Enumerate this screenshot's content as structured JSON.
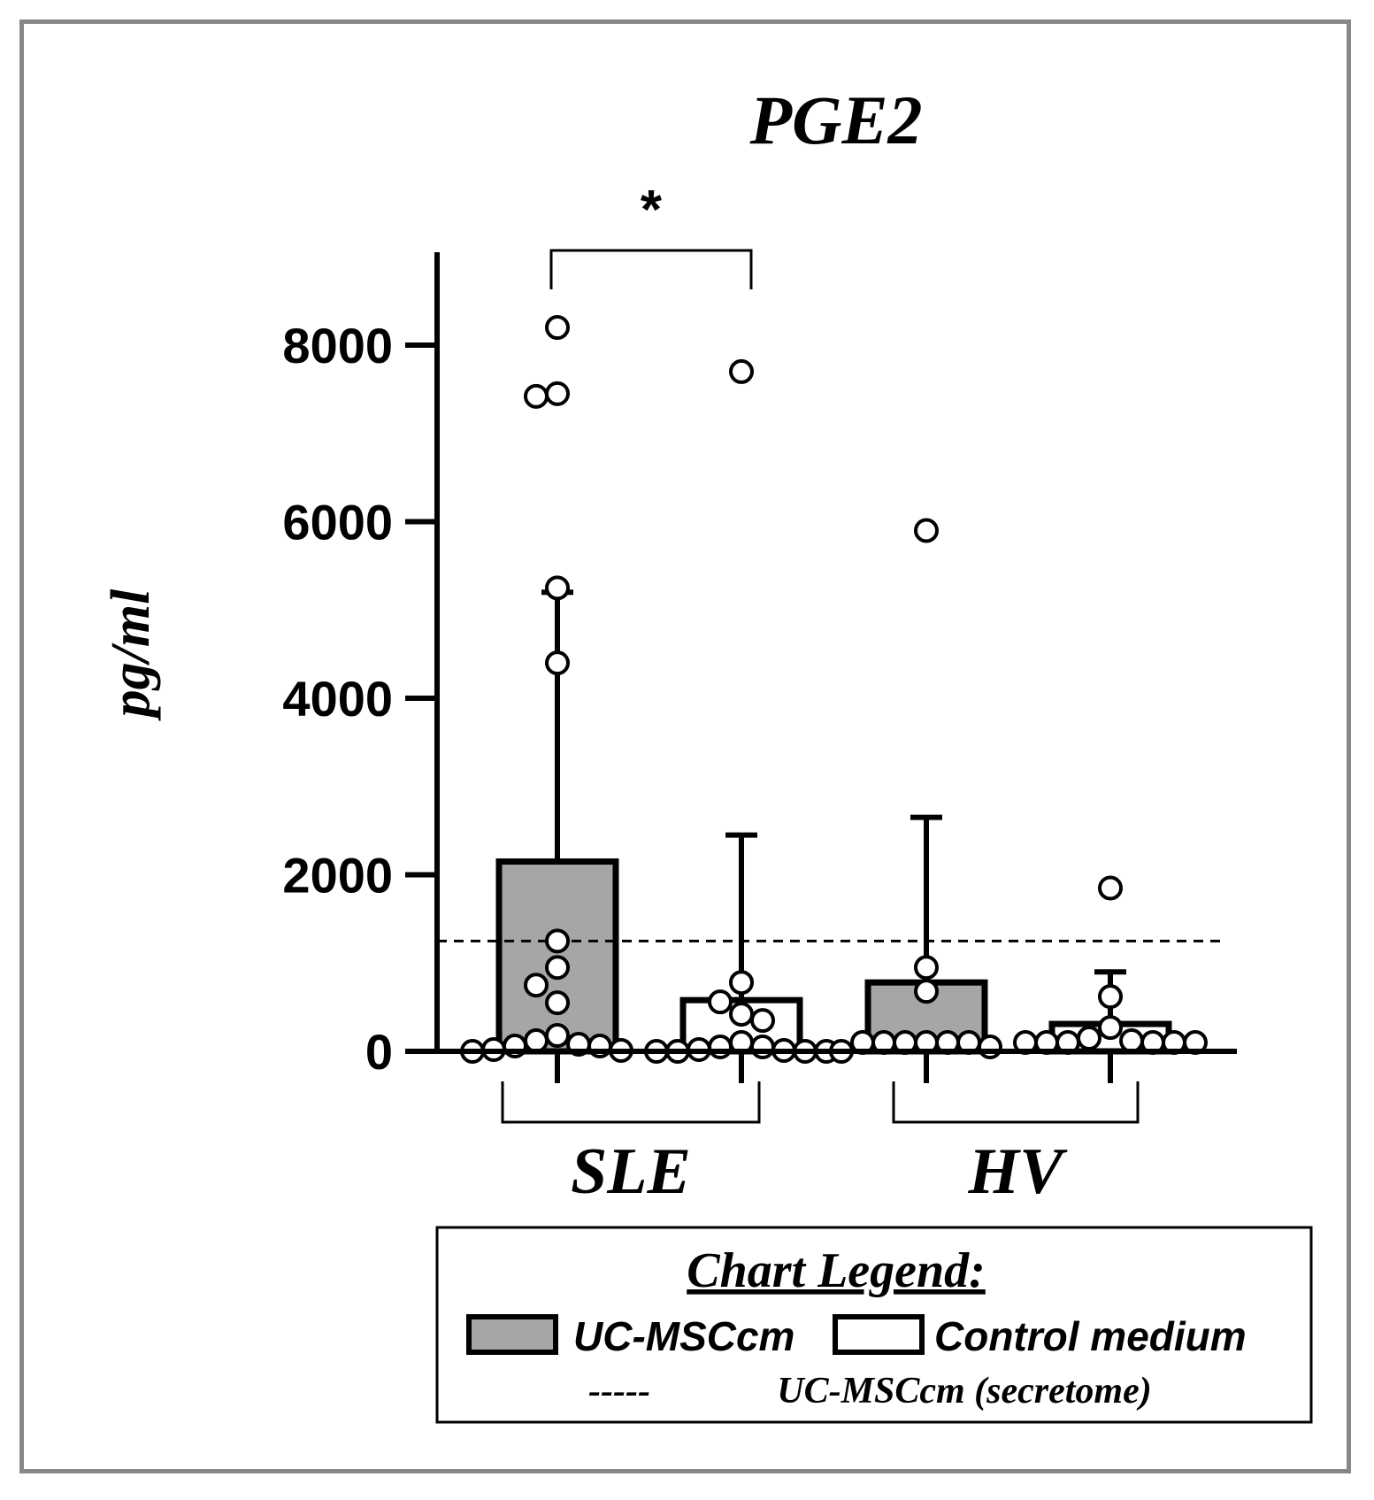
{
  "chart_data": {
    "type": "bar",
    "title": "PGE2",
    "ylabel": "pg/ml",
    "xlabel": "",
    "ylim": [
      0,
      9000
    ],
    "yticks": [
      0,
      2000,
      4000,
      6000,
      8000
    ],
    "grid": false,
    "groups": [
      "SLE",
      "HV"
    ],
    "series": [
      {
        "name": "UC-MSCcm",
        "color": "#a6a6a8"
      },
      {
        "name": "Control medium",
        "color": "#ffffff"
      }
    ],
    "bars": [
      {
        "group": "SLE",
        "series": "UC-MSCcm",
        "mean": 2150,
        "err_upper": 5200,
        "err_lower": 0,
        "points": [
          8200,
          7450,
          7420,
          5250,
          4400,
          1250,
          950,
          750,
          550,
          180,
          120,
          80,
          60,
          60,
          20,
          10,
          0
        ]
      },
      {
        "group": "SLE",
        "series": "Control medium",
        "mean": 580,
        "err_upper": 2450,
        "err_lower": 0,
        "points": [
          7700,
          780,
          560,
          420,
          350,
          100,
          50,
          50,
          20,
          10,
          0,
          0,
          0,
          0
        ]
      },
      {
        "group": "HV",
        "series": "UC-MSCcm",
        "mean": 780,
        "err_upper": 2650,
        "err_lower": 0,
        "points": [
          5900,
          950,
          680,
          100,
          100,
          100,
          100,
          100,
          100,
          50,
          0
        ]
      },
      {
        "group": "HV",
        "series": "Control medium",
        "mean": 310,
        "err_upper": 900,
        "err_lower": 0,
        "points": [
          1850,
          620,
          270,
          150,
          120,
          100,
          100,
          100,
          100,
          100,
          100
        ]
      }
    ],
    "reference_line": {
      "name": "UC-MSCcm (secretome)",
      "value": 1250,
      "style": "dashed"
    },
    "annotations": [
      {
        "text": "*",
        "between": [
          "SLE UC-MSCcm",
          "SLE Control medium"
        ]
      }
    ],
    "legend": {
      "title": "Chart Legend:",
      "placement": "bottom",
      "items": [
        "UC-MSCcm",
        "Control medium",
        "UC-MSCcm (secretome)"
      ],
      "dash_glyph": "-----"
    }
  }
}
